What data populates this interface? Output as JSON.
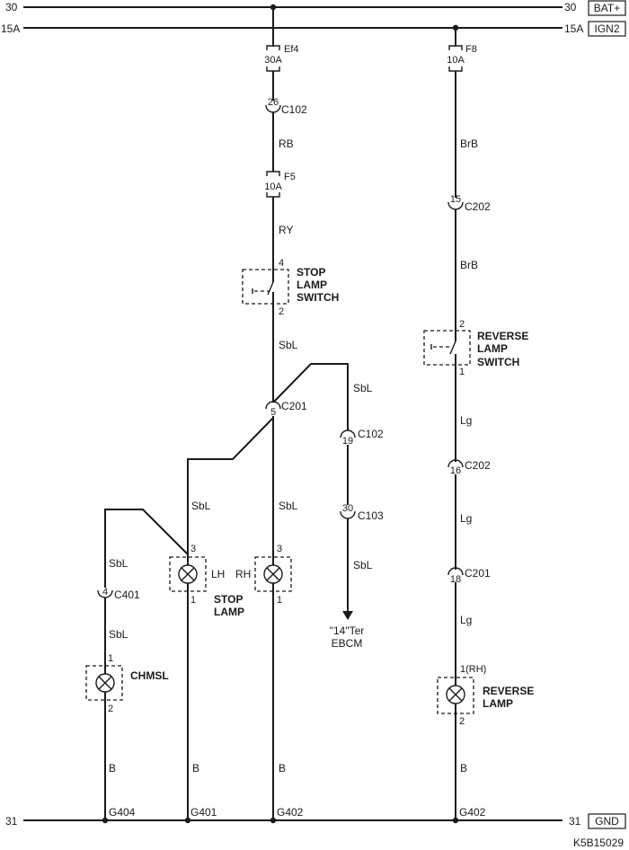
{
  "diagram": {
    "id_code": "K5B15029",
    "rails": {
      "bat": {
        "number": "30",
        "label": "BAT+"
      },
      "ign": {
        "number": "15A",
        "label": "IGN2"
      },
      "gnd": {
        "number": "31",
        "label": "GND"
      }
    },
    "fuses": {
      "ef4": {
        "name": "Ef4",
        "rating": "30A"
      },
      "f5": {
        "name": "F5",
        "rating": "10A"
      },
      "f8": {
        "name": "F8",
        "rating": "10A"
      }
    },
    "connectors": {
      "c102_26": {
        "pin": "26",
        "name": "C102"
      },
      "c201_5": {
        "pin": "5",
        "name": "C201"
      },
      "c102_19": {
        "pin": "19",
        "name": "C102"
      },
      "c103_30": {
        "pin": "30",
        "name": "C103"
      },
      "c401_4": {
        "pin": "4",
        "name": "C401"
      },
      "c202_15": {
        "pin": "15",
        "name": "C202"
      },
      "c202_16": {
        "pin": "16",
        "name": "C202"
      },
      "c201_18": {
        "pin": "18",
        "name": "C201"
      }
    },
    "wires": {
      "rb": "RB",
      "ry": "RY",
      "sbl_main": "SbL",
      "sbl_ebcm_top": "SbL",
      "sbl_ebcm_bottom": "SbL",
      "sbl_lh": "SbL",
      "sbl_rh": "SbL",
      "sbl_chmsl_top": "SbL",
      "sbl_chmsl_bottom": "SbL",
      "brb_top": "BrB",
      "brb_bottom": "BrB",
      "lg_1": "Lg",
      "lg_2": "Lg",
      "lg_3": "Lg",
      "b_chmsl": "B",
      "b_lh": "B",
      "b_rh": "B",
      "b_rev": "B"
    },
    "components": {
      "stop_switch": {
        "line1": "STOP",
        "line2": "LAMP",
        "line3": "SWITCH",
        "pin_top": "4",
        "pin_bottom": "2"
      },
      "reverse_switch": {
        "line1": "REVERSE",
        "line2": "LAMP",
        "line3": "SWITCH",
        "pin_top": "2",
        "pin_bottom": "1"
      },
      "stop_lamp": {
        "line1": "STOP",
        "line2": "LAMP",
        "lh": "LH",
        "rh": "RH",
        "lh_pin_top": "3",
        "lh_pin_bottom": "1",
        "rh_pin_top": "3",
        "rh_pin_bottom": "1"
      },
      "chmsl": {
        "label": "CHMSL",
        "pin_top": "1",
        "pin_bottom": "2"
      },
      "reverse_lamp": {
        "line1": "REVERSE",
        "line2": "LAMP",
        "pin_top": "1(RH)",
        "pin_bottom": "2"
      },
      "ebcm": {
        "line1": "\"14\"Ter",
        "line2": "EBCM"
      }
    },
    "grounds": {
      "g404": "G404",
      "g401": "G401",
      "g402_a": "G402",
      "g402_b": "G402"
    }
  }
}
